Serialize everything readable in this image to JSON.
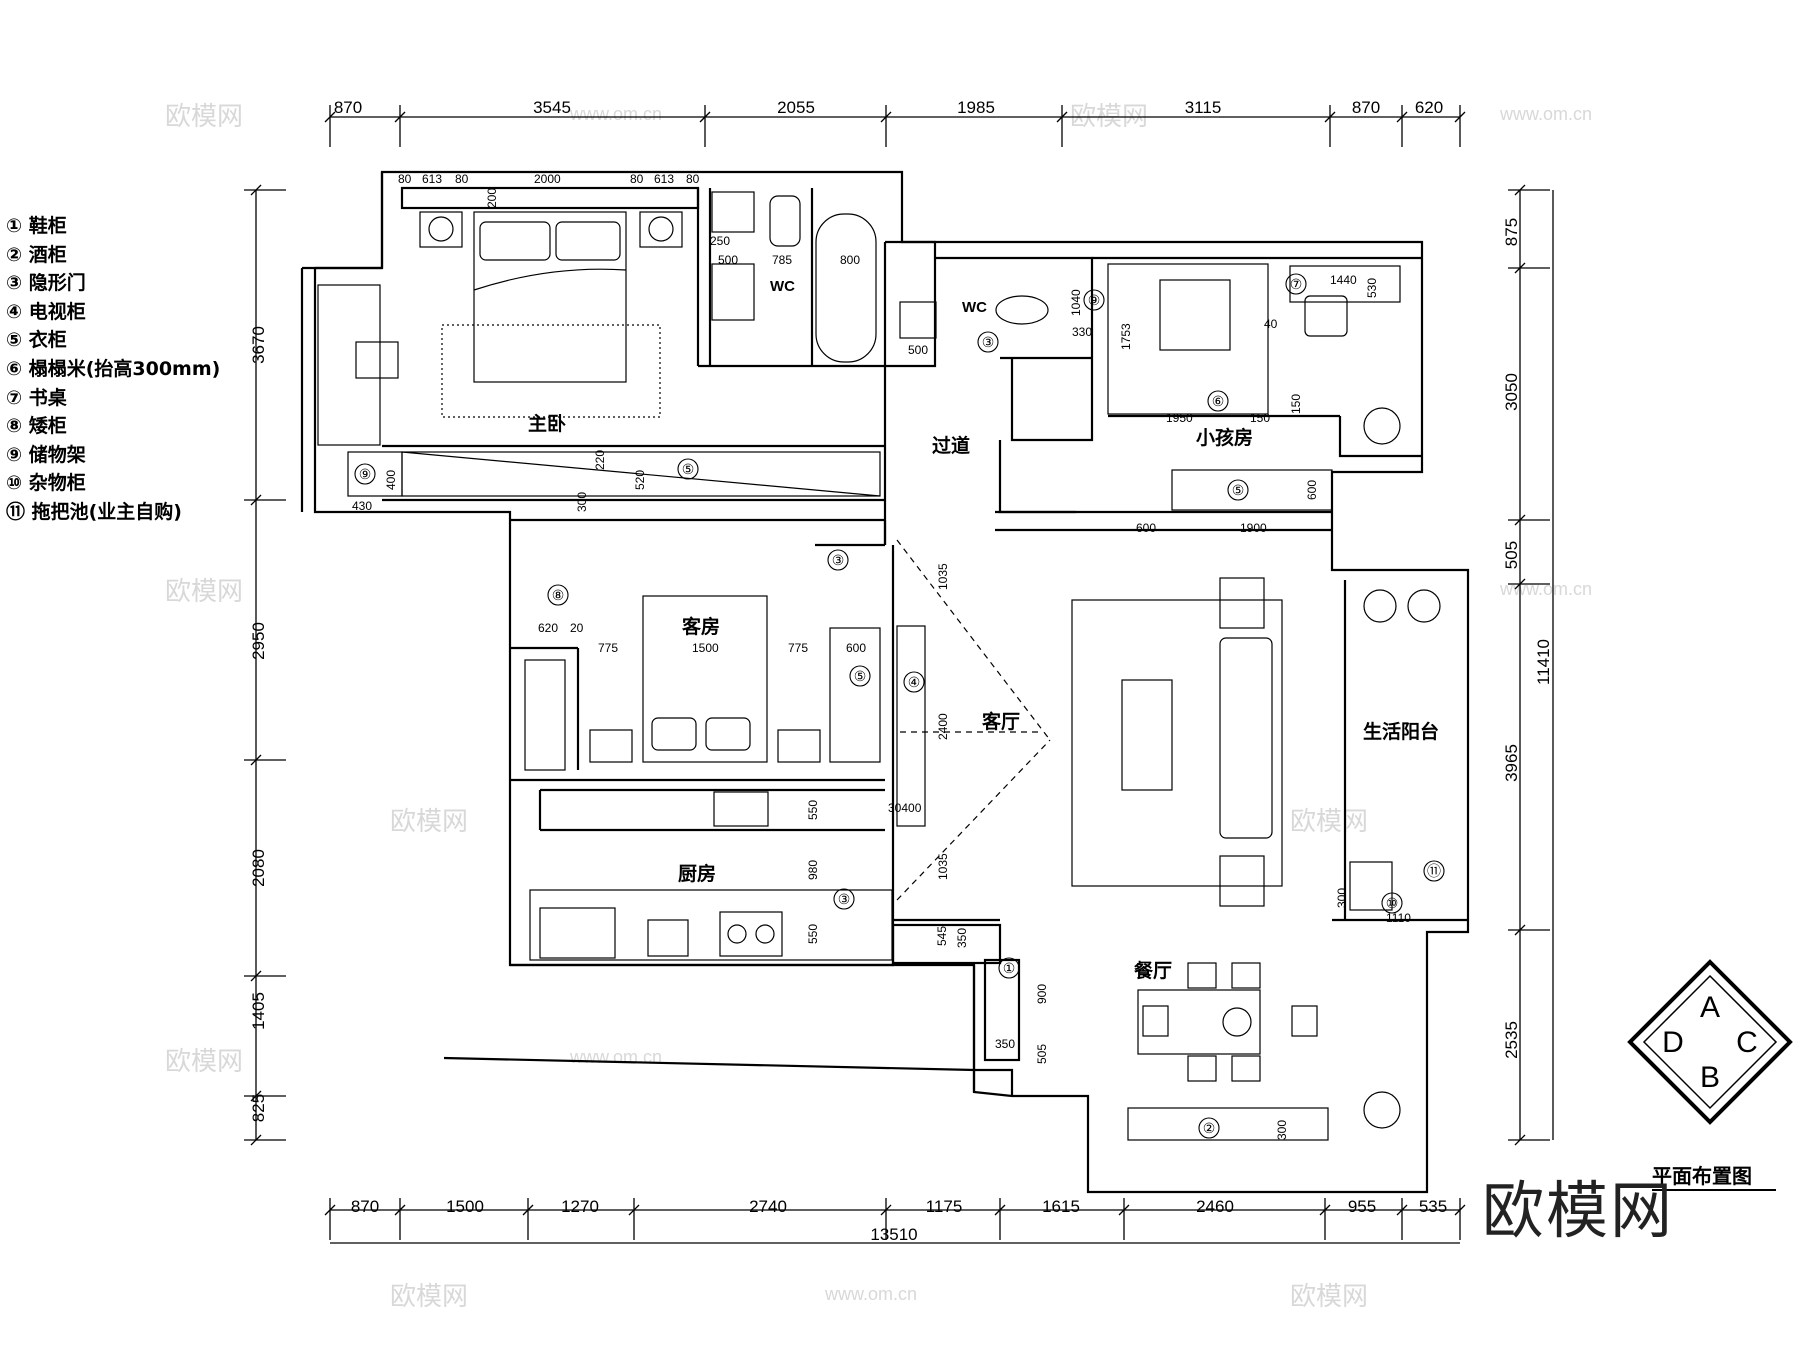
{
  "legend": [
    "① 鞋柜",
    "② 酒柜",
    "③ 隐形门",
    "④ 电视柜",
    "⑤ 衣柜",
    "⑥ 榻榻米(抬高300mm)",
    "⑦ 书桌",
    "⑧ 矮柜",
    "⑨ 储物架",
    "⑩ 杂物柜",
    "⑪ 拖把池(业主自购)"
  ],
  "top_dims": [
    "870",
    "3545",
    "2055",
    "1985",
    "3115",
    "870",
    "620"
  ],
  "bottom_dims": [
    "870",
    "1500",
    "1270",
    "2740",
    "1175",
    "1615",
    "2460",
    "955",
    "535"
  ],
  "bottom_total": "13510",
  "left_dims": [
    "3670",
    "2950",
    "2080",
    "1405",
    "825"
  ],
  "right_dims": [
    "875",
    "3050",
    "505",
    "3965",
    "2535"
  ],
  "right_total": "11410",
  "rooms": {
    "master_bedroom": "主卧",
    "wc1": "WC",
    "wc2": "WC",
    "corridor": "过道",
    "kids_room": "小孩房",
    "guest_room": "客房",
    "living_room": "客厅",
    "balcony": "生活阳台",
    "kitchen": "厨房",
    "dining": "餐厅"
  },
  "inner_dims": {
    "master_top": [
      "80",
      "613",
      "80",
      "2000",
      "80",
      "613",
      "80"
    ],
    "master_200": "200",
    "master_wardrobe": [
      "400",
      "220",
      "520",
      "300",
      "430"
    ],
    "bath": [
      "250",
      "500",
      "785",
      "800",
      "500"
    ],
    "kids": [
      "1040",
      "330",
      "1753",
      "1950",
      "150",
      "150",
      "1440",
      "530",
      "40",
      "600",
      "600",
      "1900"
    ],
    "guest": [
      "620",
      "20",
      "775",
      "1500",
      "775",
      "600"
    ],
    "living": [
      "1035",
      "2400",
      "1035",
      "30400"
    ],
    "kitchen": [
      "550",
      "980",
      "550"
    ],
    "shoe": [
      "545",
      "350",
      "900",
      "350",
      "505"
    ],
    "balcony": [
      "300",
      "1110"
    ],
    "dining": "300"
  },
  "tags": [
    "①",
    "②",
    "③",
    "④",
    "⑤",
    "⑥",
    "⑦",
    "⑧",
    "⑨",
    "⑩",
    "⑪"
  ],
  "compass": [
    "A",
    "B",
    "C",
    "D"
  ],
  "caption": "平面布置图",
  "brand": "欧模网",
  "watermark_text": "欧模网",
  "watermark_url": "www.om.cn"
}
